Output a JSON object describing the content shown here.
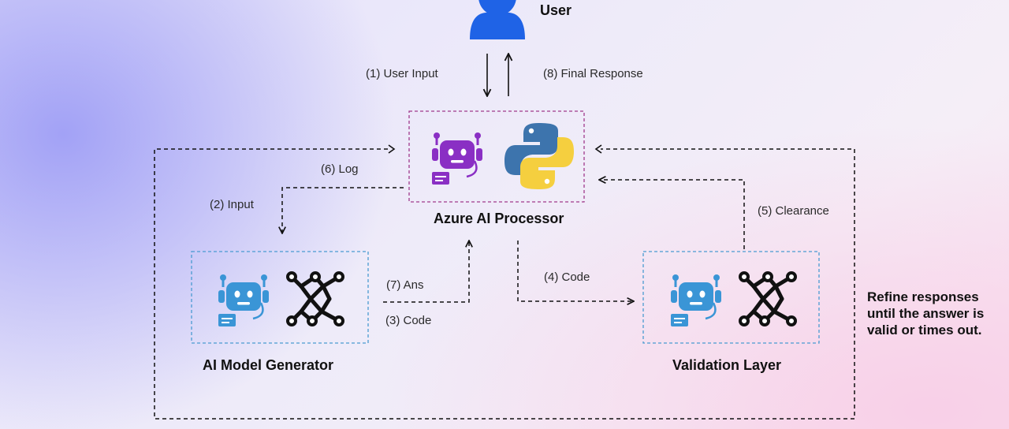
{
  "user": {
    "label": "User"
  },
  "flows": {
    "user_input": "(1) User Input",
    "final_response": "(8) Final Response",
    "log": "(6) Log",
    "input": "(2) Input",
    "clearance": "(5) Clearance",
    "code_to_validation": "(4) Code",
    "ans": "(7) Ans",
    "code_from_generator": "(3) Code"
  },
  "nodes": {
    "processor": {
      "title": "Azure AI Processor",
      "border_color": "#a03a8c"
    },
    "generator": {
      "title": "AI Model Generator",
      "border_color": "#4a9bd1"
    },
    "validator": {
      "title": "Validation Layer",
      "border_color": "#4a9bd1"
    }
  },
  "note": {
    "lines": [
      "Refine responses",
      "until the answer is",
      "valid or times out."
    ]
  },
  "colors": {
    "user_icon": "#1f63e6",
    "processor_robot": "#8a2fc4",
    "robot_blue": "#3a95d6",
    "python_blue": "#3d74ad",
    "python_yellow": "#f5cf3f",
    "network_icon": "#111111"
  },
  "icons": {
    "user": "user-icon",
    "robot": "robot-icon",
    "python": "python-logo-icon",
    "network": "network-graph-icon"
  }
}
